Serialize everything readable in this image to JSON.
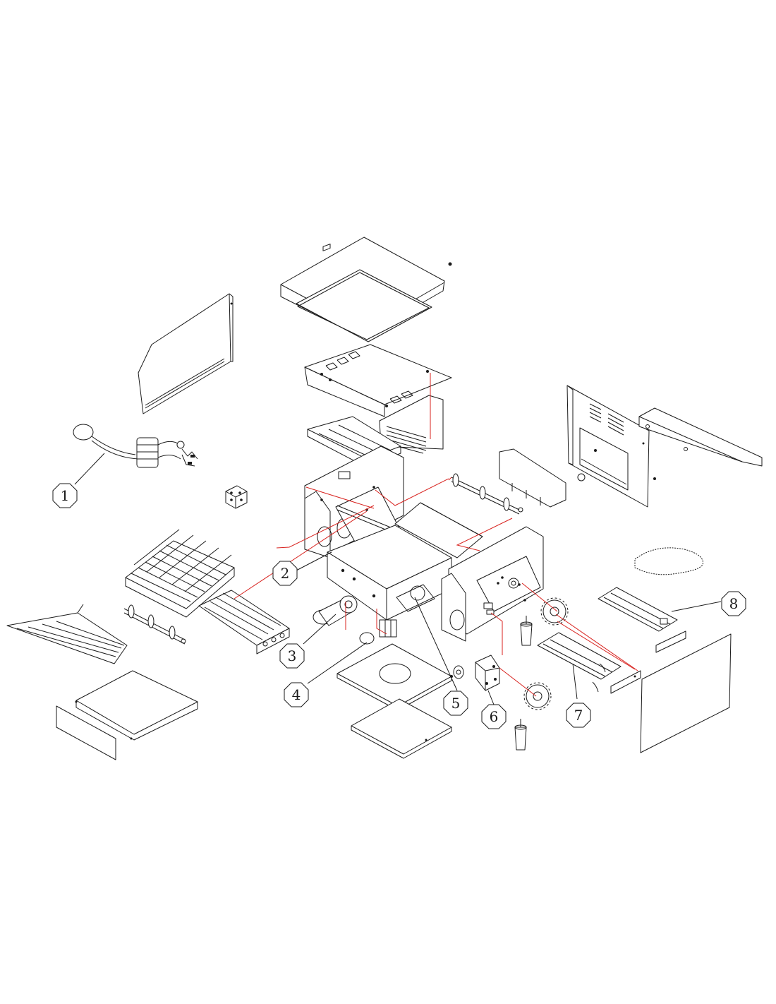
{
  "callouts": [
    {
      "id": "1",
      "label": "1"
    },
    {
      "id": "2",
      "label": "2"
    },
    {
      "id": "3",
      "label": "3"
    },
    {
      "id": "4",
      "label": "4"
    },
    {
      "id": "5",
      "label": "5"
    },
    {
      "id": "6",
      "label": "6"
    },
    {
      "id": "7",
      "label": "7"
    },
    {
      "id": "8",
      "label": "8"
    }
  ],
  "colors": {
    "line": "#1a1a1a",
    "guide_line": "#d8231f",
    "background": "#ffffff"
  }
}
